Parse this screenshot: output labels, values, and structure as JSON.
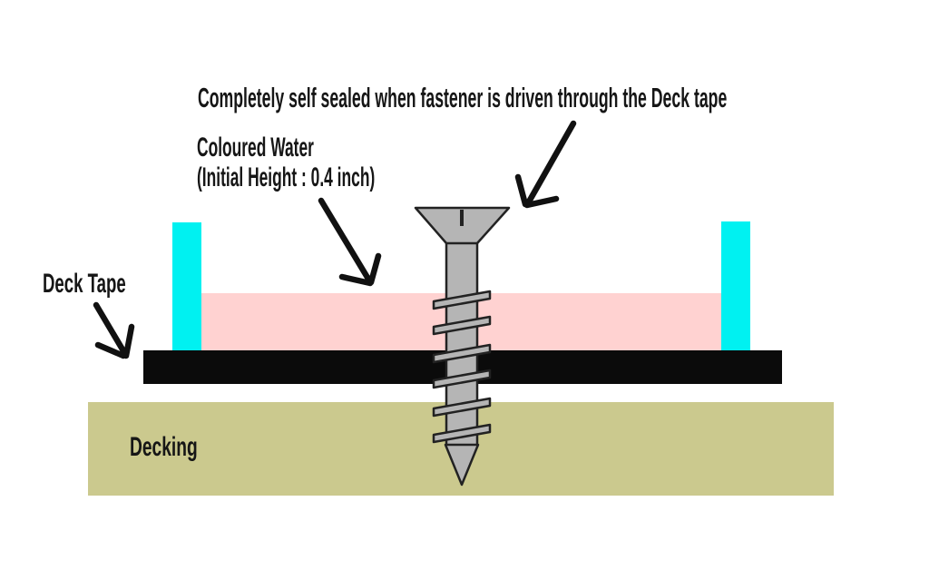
{
  "title": "Completely self sealed when fastener is driven through the Deck tape",
  "water_label": {
    "line1": "Coloured Water",
    "line2": "(Initial Height : 0.4 inch)"
  },
  "deck_tape_label": "Deck Tape",
  "decking_label": "Decking",
  "colors": {
    "background": "#ffffff",
    "water": "#ffd2d1",
    "container_wall": "#00f1f1",
    "deck_tape": "#0b0b0b",
    "decking": "#cbc98e",
    "screw_fill": "#b5b5b5",
    "screw_stroke": "#222222",
    "arrow": "#111111"
  }
}
